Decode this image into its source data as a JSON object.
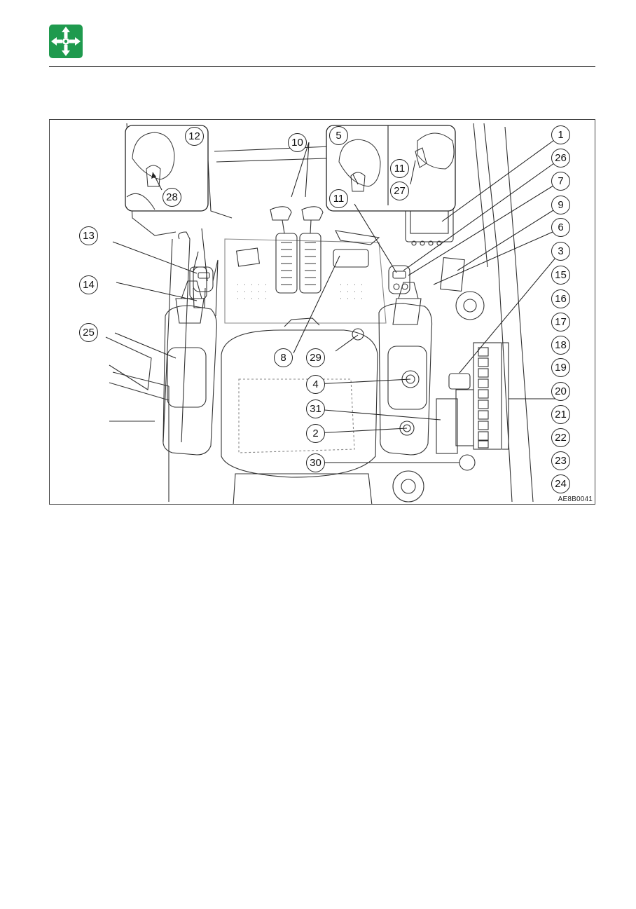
{
  "header": {
    "icon": "move-arrows-icon",
    "icon_color": "#1f9a4e"
  },
  "figure": {
    "code": "AE8B0041",
    "callouts": {
      "c1": "1",
      "c2": "2",
      "c3": "3",
      "c4": "4",
      "c5": "5",
      "c6": "6",
      "c7": "7",
      "c8": "8",
      "c9": "9",
      "c10": "10",
      "c11a": "11",
      "c11b": "11",
      "c12": "12",
      "c13": "13",
      "c14": "14",
      "c15": "15",
      "c16": "16",
      "c17": "17",
      "c18": "18",
      "c19": "19",
      "c20": "20",
      "c21": "21",
      "c22": "22",
      "c23": "23",
      "c24": "24",
      "c25": "25",
      "c26": "26",
      "c27": "27",
      "c28": "28",
      "c29": "29",
      "c30": "30",
      "c31": "31"
    }
  }
}
